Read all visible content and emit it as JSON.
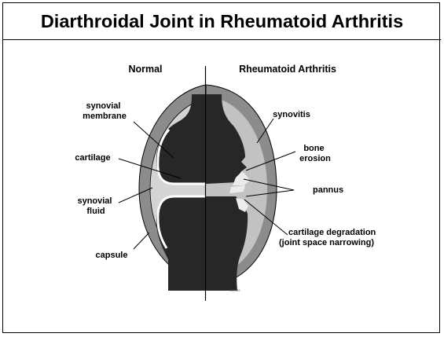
{
  "title": "Diarthroidal Joint in Rheumatoid Arthritis",
  "headers": {
    "left": "Normal",
    "right": "Rheumatoid Arthritis"
  },
  "labels": {
    "left": {
      "synovial_membrane": [
        "synovial",
        "membrane"
      ],
      "cartilage": "cartilage",
      "synovial_fluid": [
        "synovial",
        "fluid"
      ],
      "capsule": "capsule"
    },
    "right": {
      "synovitis": "synovitis",
      "bone_erosion": [
        "bone",
        "erosion"
      ],
      "pannus": "pannus",
      "cartilage_degradation": [
        "cartilage degradation",
        "(joint space narrowing)"
      ]
    }
  },
  "figure_code": "DR789",
  "colors": {
    "bone": "#272727",
    "capsule": "#8c8c8c",
    "fluid": "#d4d4d4",
    "cartilage": "#ffffff",
    "pannus": "#ececec",
    "synovitis": "#c2c2c2"
  }
}
